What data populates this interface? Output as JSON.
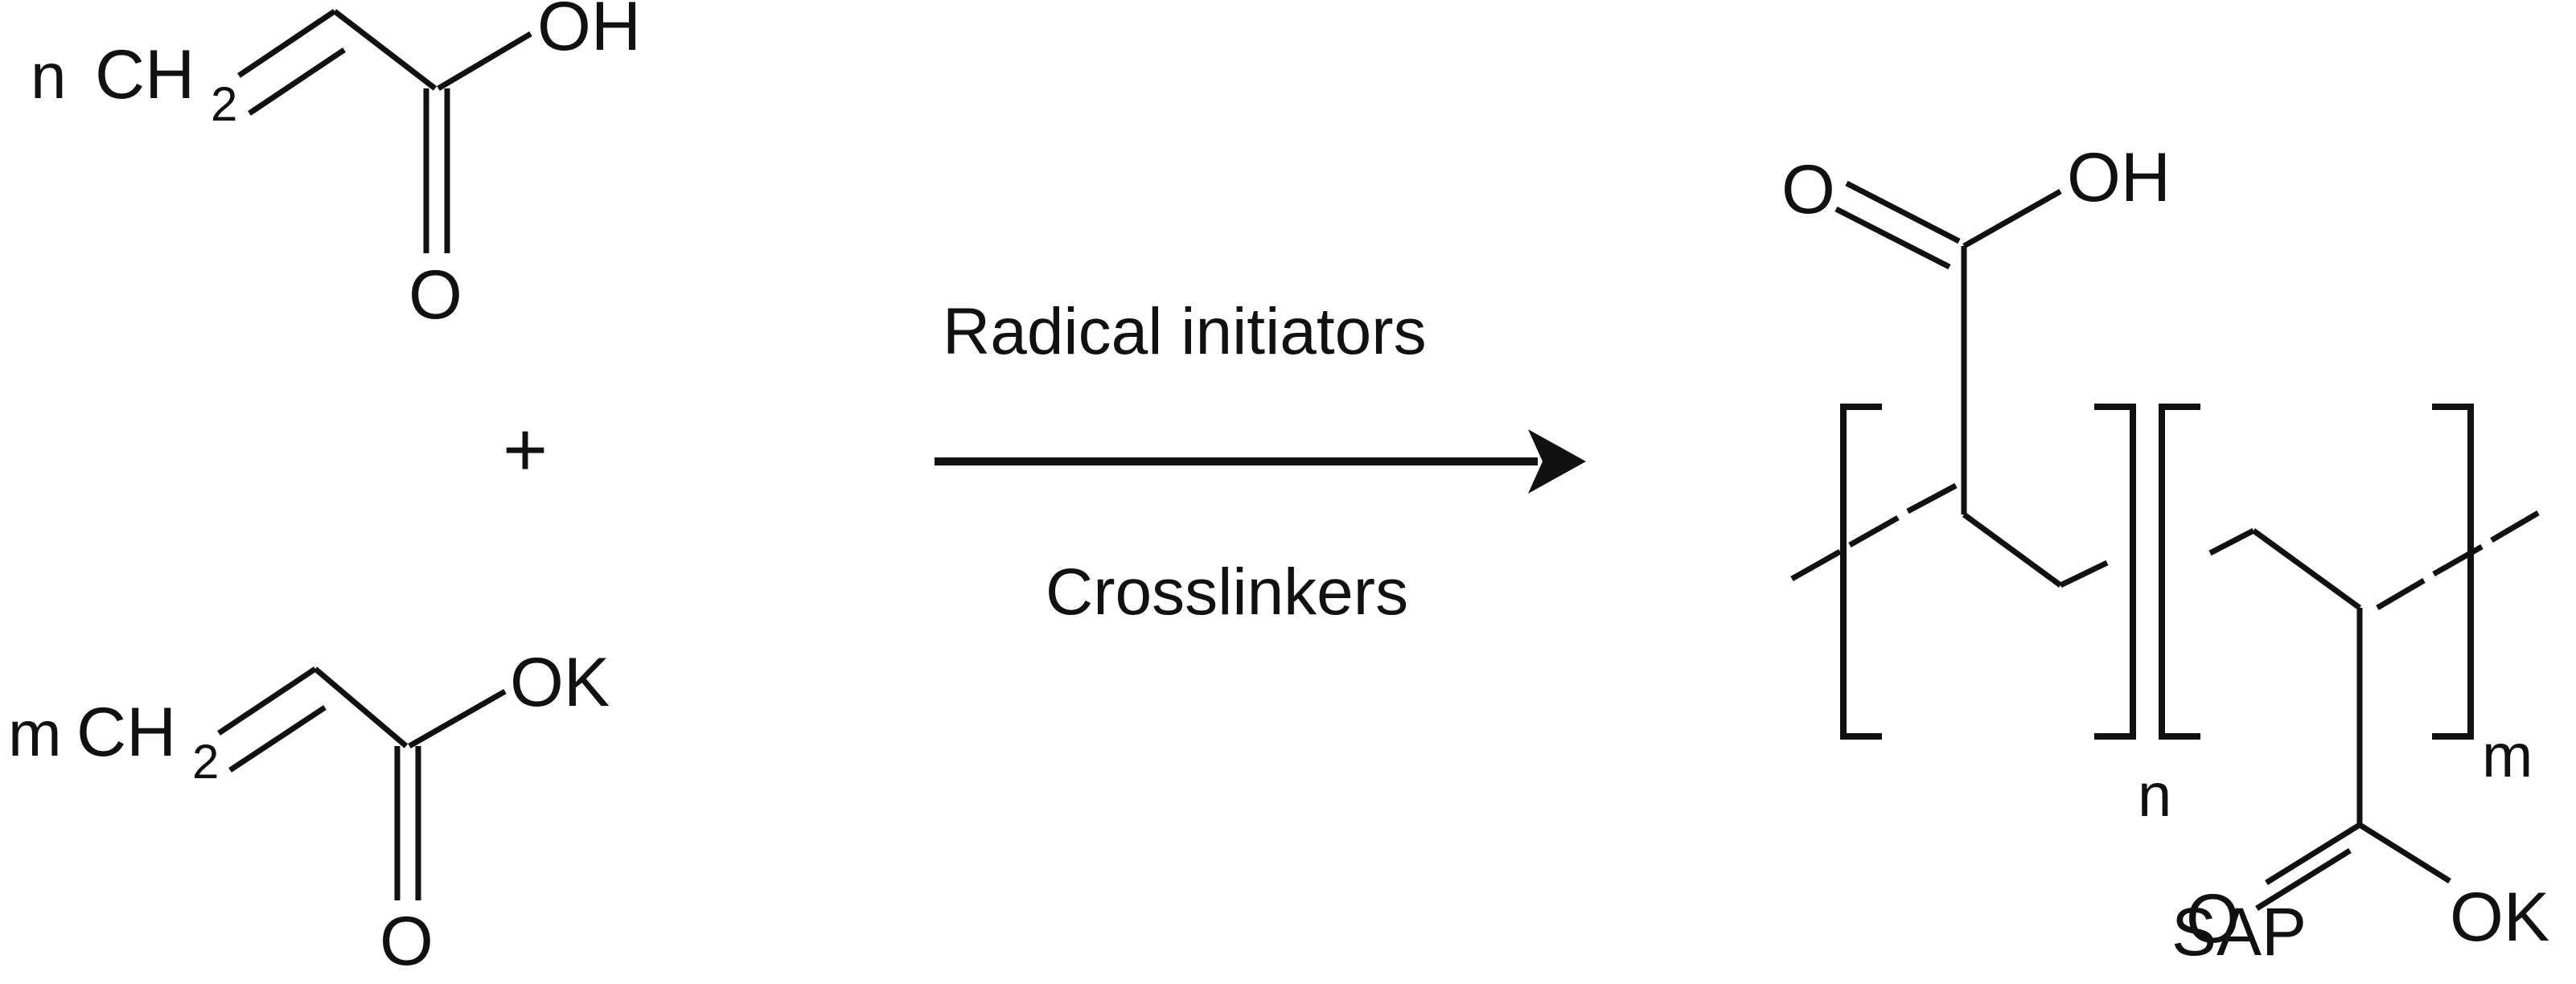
{
  "diagram": {
    "title_visible": false,
    "background_color": "#ffffff",
    "line_color": "#111111"
  },
  "reactants": [
    {
      "id": "acrylic-acid",
      "coefficient": "n",
      "terminal_group": "CH",
      "terminal_subscript": "2",
      "acid_group": "OH",
      "carbonyl_oxygen": "O"
    },
    {
      "id": "potassium-acrylate",
      "coefficient": "m",
      "terminal_group": "CH",
      "terminal_subscript": "2",
      "acid_group": "OK",
      "carbonyl_oxygen": "O"
    }
  ],
  "operator": {
    "plus": "+"
  },
  "conditions": {
    "above_arrow": "Radical initiators",
    "below_arrow": "Crosslinkers"
  },
  "product": {
    "id": "sap-copolymer",
    "label": "SAP",
    "unit_one": {
      "subscript": "n",
      "carbonyl_oxygen": "O",
      "acid_group": "OH"
    },
    "unit_two": {
      "subscript": "m",
      "carbonyl_oxygen": "O",
      "acid_group": "OK"
    }
  }
}
